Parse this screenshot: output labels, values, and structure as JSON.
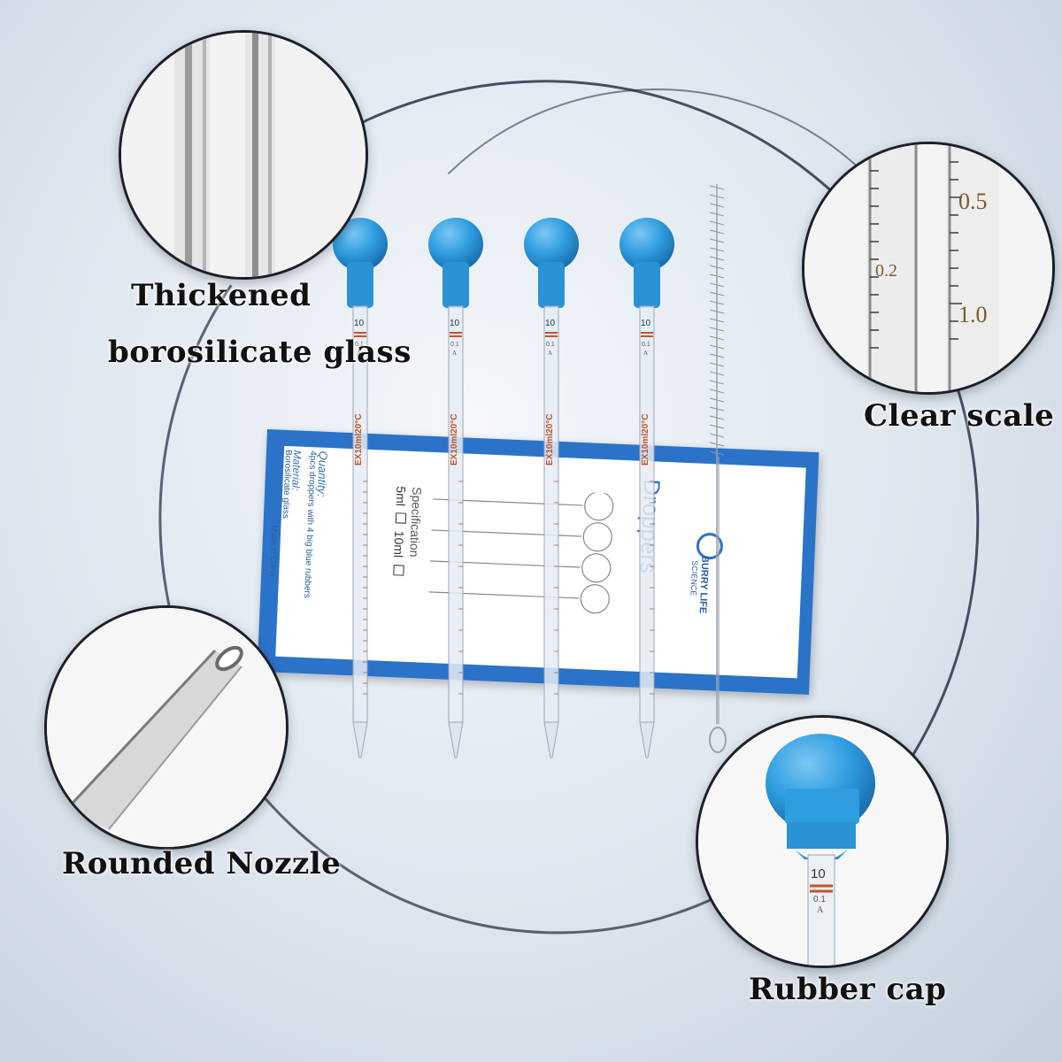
{
  "labels": {
    "thickened_line1": "Thickened",
    "thickened_line2": "borosilicate glass",
    "clear_scale": "Clear scale",
    "rounded_nozzle": "Rounded Nozzle",
    "rubber_cap": "Rubber cap"
  },
  "scale_callout": {
    "marks": [
      "0.5",
      "0.2",
      "1.0"
    ]
  },
  "pipette": {
    "top_number": "10",
    "sub_number": "0.1",
    "class_letter": "A",
    "spec_text": "EX10ml20°C"
  },
  "box": {
    "title": "Droppers",
    "brand": "BURRY LIFE",
    "brand_sub": "SCIENCE",
    "quantity_heading": "Quantity:",
    "quantity_text": "4pcs droppers with 4 big blue rubbers",
    "material_heading": "Material:",
    "material_text": "Borosilicate glass",
    "origin": "Made in China",
    "spec_heading": "Specification",
    "spec_5ml": "5ml",
    "spec_10ml": "10ml"
  },
  "colors": {
    "bulb": "#2f9ee0",
    "box_blue": "#2b73c9",
    "graduation": "#c0552a",
    "arc": "#1e283c"
  },
  "icons": [
    "brand-logo-icon",
    "cleaning-brush-icon"
  ]
}
